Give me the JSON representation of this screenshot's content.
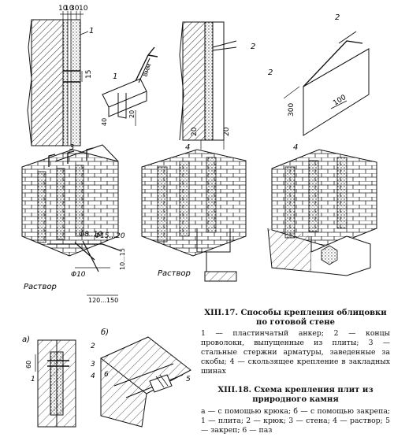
{
  "figures": {
    "f1": {
      "dims": [
        "10",
        "10",
        "30",
        "10"
      ],
      "callout_1": "1",
      "dim_15": "15",
      "anchor_label": "1",
      "anchor_thickness": "8мм",
      "anchor_20": "20",
      "anchor_40": "40"
    },
    "f2": {
      "callout_2a": "2",
      "callout_2b": "2",
      "callout_2c": "2",
      "dim_300": "300",
      "dim_100": "100",
      "dim_20a": "20",
      "dim_20b": "20"
    },
    "f3": {
      "callout_3": "3",
      "callout_4a": "4",
      "callout_4b": "4",
      "phi8": "Φ8..10",
      "phi15": "Φ15...20",
      "phi10": "Φ10",
      "dim_10_15": "10...15",
      "dim_120": "120...150",
      "mortar_left": "Раствор",
      "mortar_mid": "Раствор"
    },
    "f4": {
      "a_label": "а)",
      "b_label": "б)",
      "dim_60": "60",
      "n1": "1",
      "n2": "2",
      "n3": "3",
      "n4": "4",
      "n5": "5",
      "n6": "6"
    }
  },
  "captions": {
    "c17_title": "XIII.17. Способы крепления облицовки по готовой стене",
    "c17_body": "1 — пластинчатый анкер; 2 — концы проволоки, выпущенные из плиты; 3 — стальные стержни арматуры, заведенные за скобы; 4 — скользящее крепление в закладных шинах",
    "c18_title": "XIII.18. Схема крепления плит из природного камня",
    "c18_body": "а — с помощью крюка; б — с помощью закрепа; 1 — плита; 2 — крюк; 3 — стена; 4 — раствор; 5 — закреп; 6 — паз"
  }
}
